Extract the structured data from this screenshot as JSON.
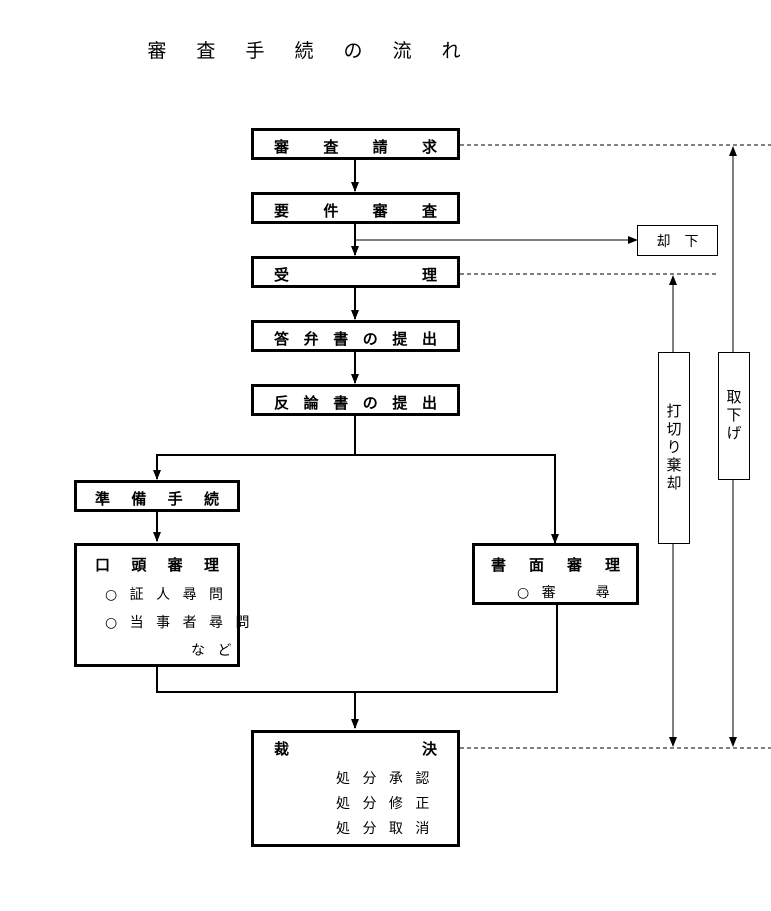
{
  "title": "審 査 手 続 の 流 れ",
  "steps": {
    "shinsa_seikyu": [
      "審",
      "査",
      "請",
      "求"
    ],
    "yoken_shinsa": [
      "要",
      "件",
      "審",
      "査"
    ],
    "juri": [
      "受",
      "理"
    ],
    "toubensho": [
      "答",
      "弁",
      "書",
      "の",
      "提",
      "出"
    ],
    "hanronsho": [
      "反",
      "論",
      "書",
      "の",
      "提",
      "出"
    ],
    "junbi": [
      "準",
      "備",
      "手",
      "続"
    ],
    "koutou": {
      "title": [
        "口",
        "頭",
        "審",
        "理"
      ],
      "items": [
        "○ 証 人 尋 問",
        "○ 当 事 者 尋 問",
        "な ど"
      ]
    },
    "shomen": {
      "title": [
        "書",
        "面",
        "審",
        "理"
      ],
      "items": [
        "○ 審　　尋"
      ]
    },
    "saiketsu": {
      "title": [
        "裁",
        "決"
      ],
      "items": [
        "処 分 承 認",
        "処 分 修 正",
        "処 分 取 消"
      ]
    }
  },
  "side": {
    "kyakka": "却　下",
    "uchikiri": "打切り棄却",
    "torisage": "取下げ"
  }
}
